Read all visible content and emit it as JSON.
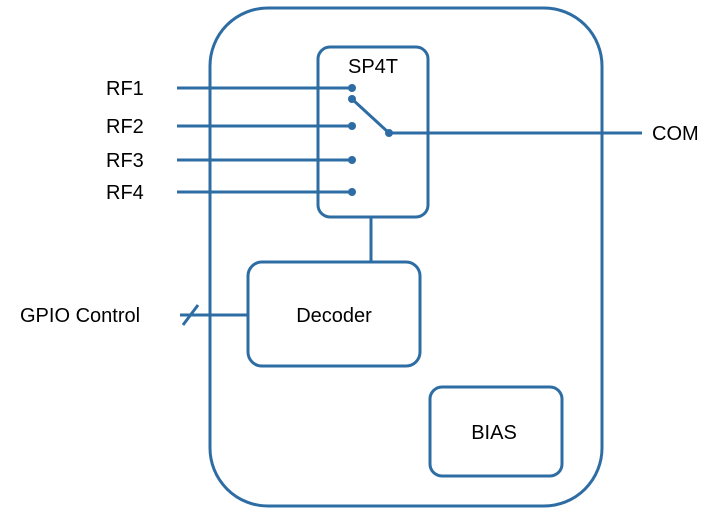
{
  "colors": {
    "line": "#2E6DA4",
    "text": "#000000",
    "background": "#FFFFFF"
  },
  "blocks": {
    "switch": {
      "label": "SP4T"
    },
    "decoder": {
      "label": "Decoder"
    },
    "bias": {
      "label": "BIAS"
    }
  },
  "ports": {
    "rf": [
      "RF1",
      "RF2",
      "RF3",
      "RF4"
    ],
    "com": "COM",
    "gpio": "GPIO Control"
  }
}
